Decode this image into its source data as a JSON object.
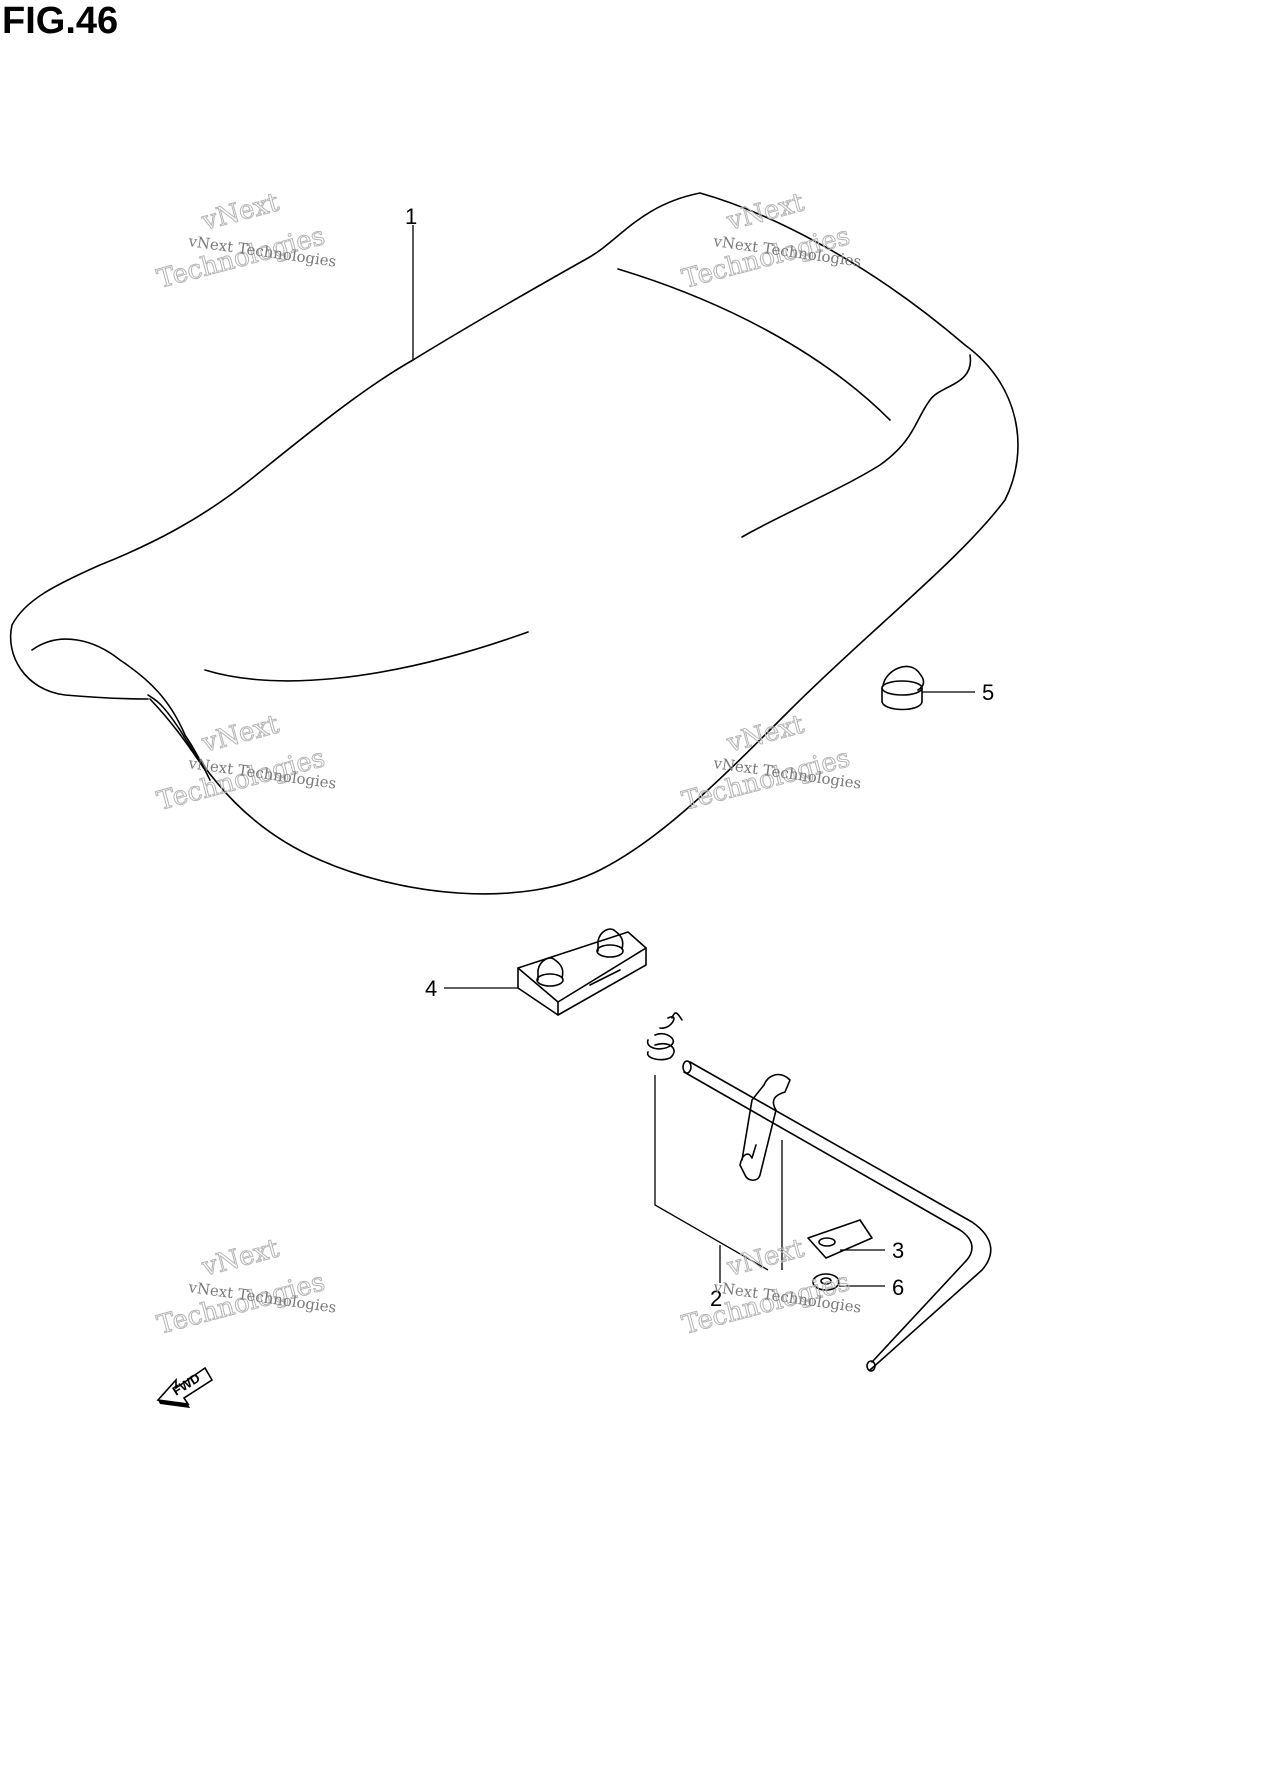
{
  "figure": {
    "title": "FIG.46"
  },
  "callouts": [
    {
      "id": "1",
      "label": "1"
    },
    {
      "id": "2",
      "label": "2"
    },
    {
      "id": "3",
      "label": "3"
    },
    {
      "id": "4",
      "label": "4"
    },
    {
      "id": "5",
      "label": "5"
    },
    {
      "id": "6",
      "label": "6"
    }
  ],
  "watermark": {
    "line_small": "vNext Technologies",
    "line_top": "vNext",
    "line_big": "Technologies"
  },
  "direction": {
    "label": "FWD"
  },
  "colors": {
    "ink": "#000000",
    "watermark": "#b5b5b5",
    "background": "#ffffff"
  }
}
